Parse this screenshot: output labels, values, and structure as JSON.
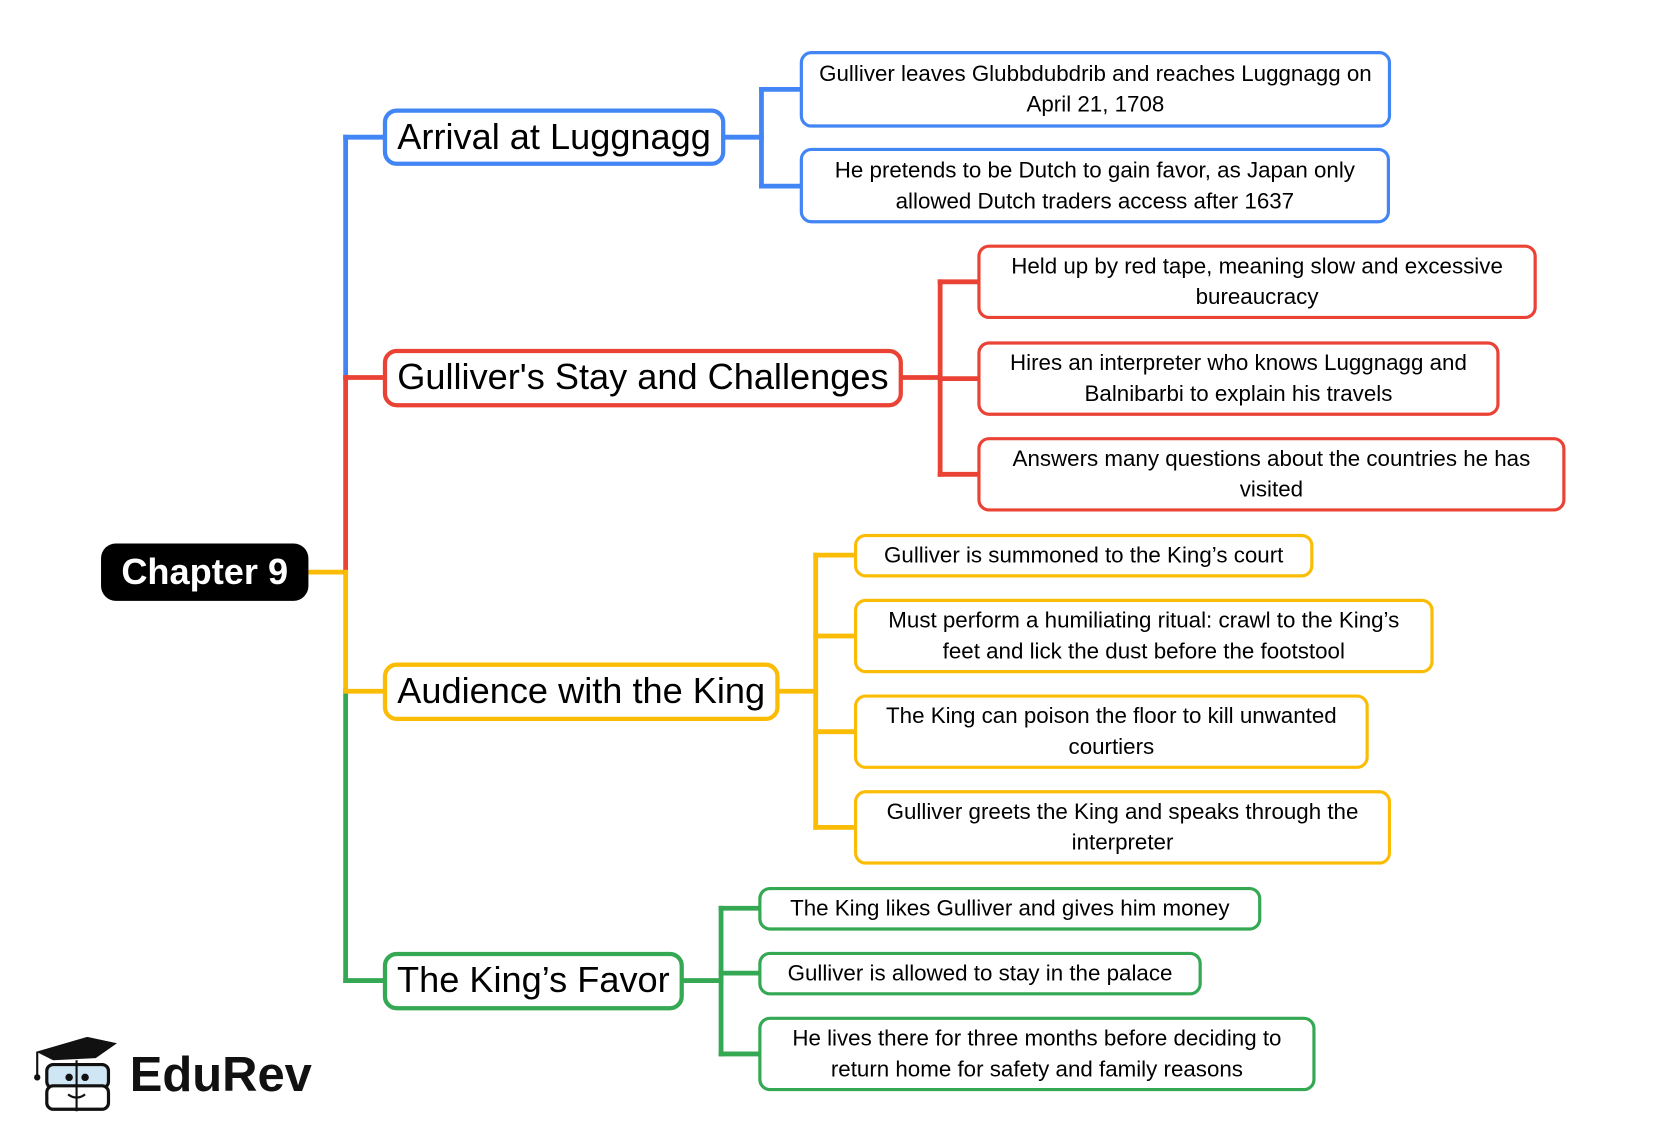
{
  "root": {
    "label": "Chapter 9"
  },
  "colors": {
    "blue": "#4285f4",
    "red": "#ea4335",
    "yellow": "#fbbc05",
    "green": "#34a853"
  },
  "branches": [
    {
      "label": "Arrival at Luggnagg",
      "color": "blue",
      "leaves": [
        "Gulliver leaves Glubbdubdrib and reaches Luggnagg on April 21, 1708",
        "He pretends to be Dutch to gain favor, as Japan only allowed Dutch traders access after 1637"
      ]
    },
    {
      "label": "Gulliver's Stay and Challenges",
      "color": "red",
      "leaves": [
        "Held up by red tape, meaning slow and excessive bureaucracy",
        "Hires an interpreter who knows Luggnagg and Balnibarbi to explain his travels",
        "Answers many questions about the countries he has visited"
      ]
    },
    {
      "label": "Audience with the King",
      "color": "yellow",
      "leaves": [
        "Gulliver is summoned to the King’s court",
        "Must perform a humiliating ritual: crawl to the King’s feet and lick the dust before the footstool",
        "The King can poison the floor to kill unwanted courtiers",
        "Gulliver greets the King and speaks through the interpreter"
      ]
    },
    {
      "label": "The King’s Favor",
      "color": "green",
      "leaves": [
        "The King likes Gulliver and gives him money",
        "Gulliver is allowed to stay in the palace",
        "He lives there for three months before deciding to return home for safety and family reasons"
      ]
    }
  ],
  "logo": {
    "text": "EduRev"
  }
}
